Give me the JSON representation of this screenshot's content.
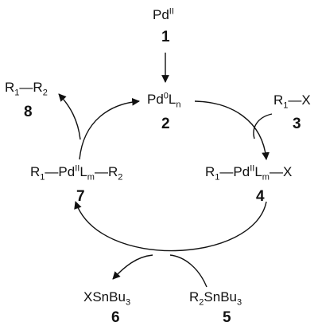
{
  "compounds": [
    {
      "id": "pd2",
      "number": "1",
      "formula": [
        {
          "t": "Pd"
        },
        {
          "t": "II",
          "sup": true
        }
      ]
    },
    {
      "id": "pd0",
      "number": "2",
      "formula": [
        {
          "t": "Pd"
        },
        {
          "t": "0",
          "sup": true
        },
        {
          "t": "L"
        },
        {
          "t": "n",
          "sub": true
        }
      ]
    },
    {
      "id": "r1x",
      "number": "3",
      "formula": [
        {
          "t": "R"
        },
        {
          "t": "1",
          "sub": true
        },
        {
          "t": "—X"
        }
      ]
    },
    {
      "id": "oxadd",
      "number": "4",
      "formula": [
        {
          "t": "R"
        },
        {
          "t": "1",
          "sub": true
        },
        {
          "t": "—Pd"
        },
        {
          "t": "II",
          "sup": true
        },
        {
          "t": "L"
        },
        {
          "t": "m",
          "sub": true
        },
        {
          "t": "—X"
        }
      ]
    },
    {
      "id": "r2snbu3",
      "number": "5",
      "formula": [
        {
          "t": "R"
        },
        {
          "t": "2",
          "sub": true
        },
        {
          "t": "SnBu"
        },
        {
          "t": "3",
          "sub": true
        }
      ]
    },
    {
      "id": "xsnbu3",
      "number": "6",
      "formula": [
        {
          "t": "XSnBu"
        },
        {
          "t": "3",
          "sub": true
        }
      ]
    },
    {
      "id": "transmet",
      "number": "7",
      "formula": [
        {
          "t": "R"
        },
        {
          "t": "1",
          "sub": true
        },
        {
          "t": "—Pd"
        },
        {
          "t": "II",
          "sup": true
        },
        {
          "t": "L"
        },
        {
          "t": "m",
          "sub": true
        },
        {
          "t": "—R"
        },
        {
          "t": "2",
          "sub": true
        }
      ]
    },
    {
      "id": "product",
      "number": "8",
      "formula": [
        {
          "t": "R"
        },
        {
          "t": "1",
          "sub": true
        },
        {
          "t": "—R"
        },
        {
          "t": "2",
          "sub": true
        }
      ]
    }
  ]
}
